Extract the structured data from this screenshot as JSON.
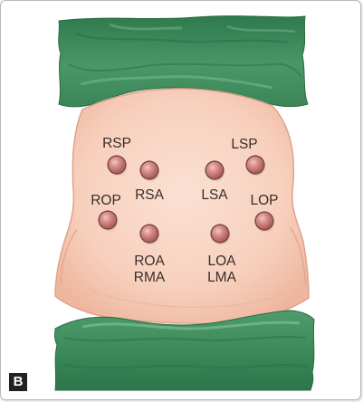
{
  "panel_letter": "B",
  "colors": {
    "drape_green": "#3f8a5c",
    "skin": "#f6d0bf",
    "skin_outline": "#e0a48c",
    "marker": "#b1615e"
  },
  "positions": [
    {
      "id": "rsp",
      "label": "RSP"
    },
    {
      "id": "rsa",
      "label": "RSA"
    },
    {
      "id": "lsa",
      "label": "LSA"
    },
    {
      "id": "lsp",
      "label": "LSP"
    },
    {
      "id": "rop",
      "label": "ROP"
    },
    {
      "id": "lop",
      "label": "LOP"
    },
    {
      "id": "roa",
      "label": "ROA"
    },
    {
      "id": "rma",
      "label": "RMA"
    },
    {
      "id": "loa",
      "label": "LOA"
    },
    {
      "id": "lma",
      "label": "LMA"
    }
  ]
}
